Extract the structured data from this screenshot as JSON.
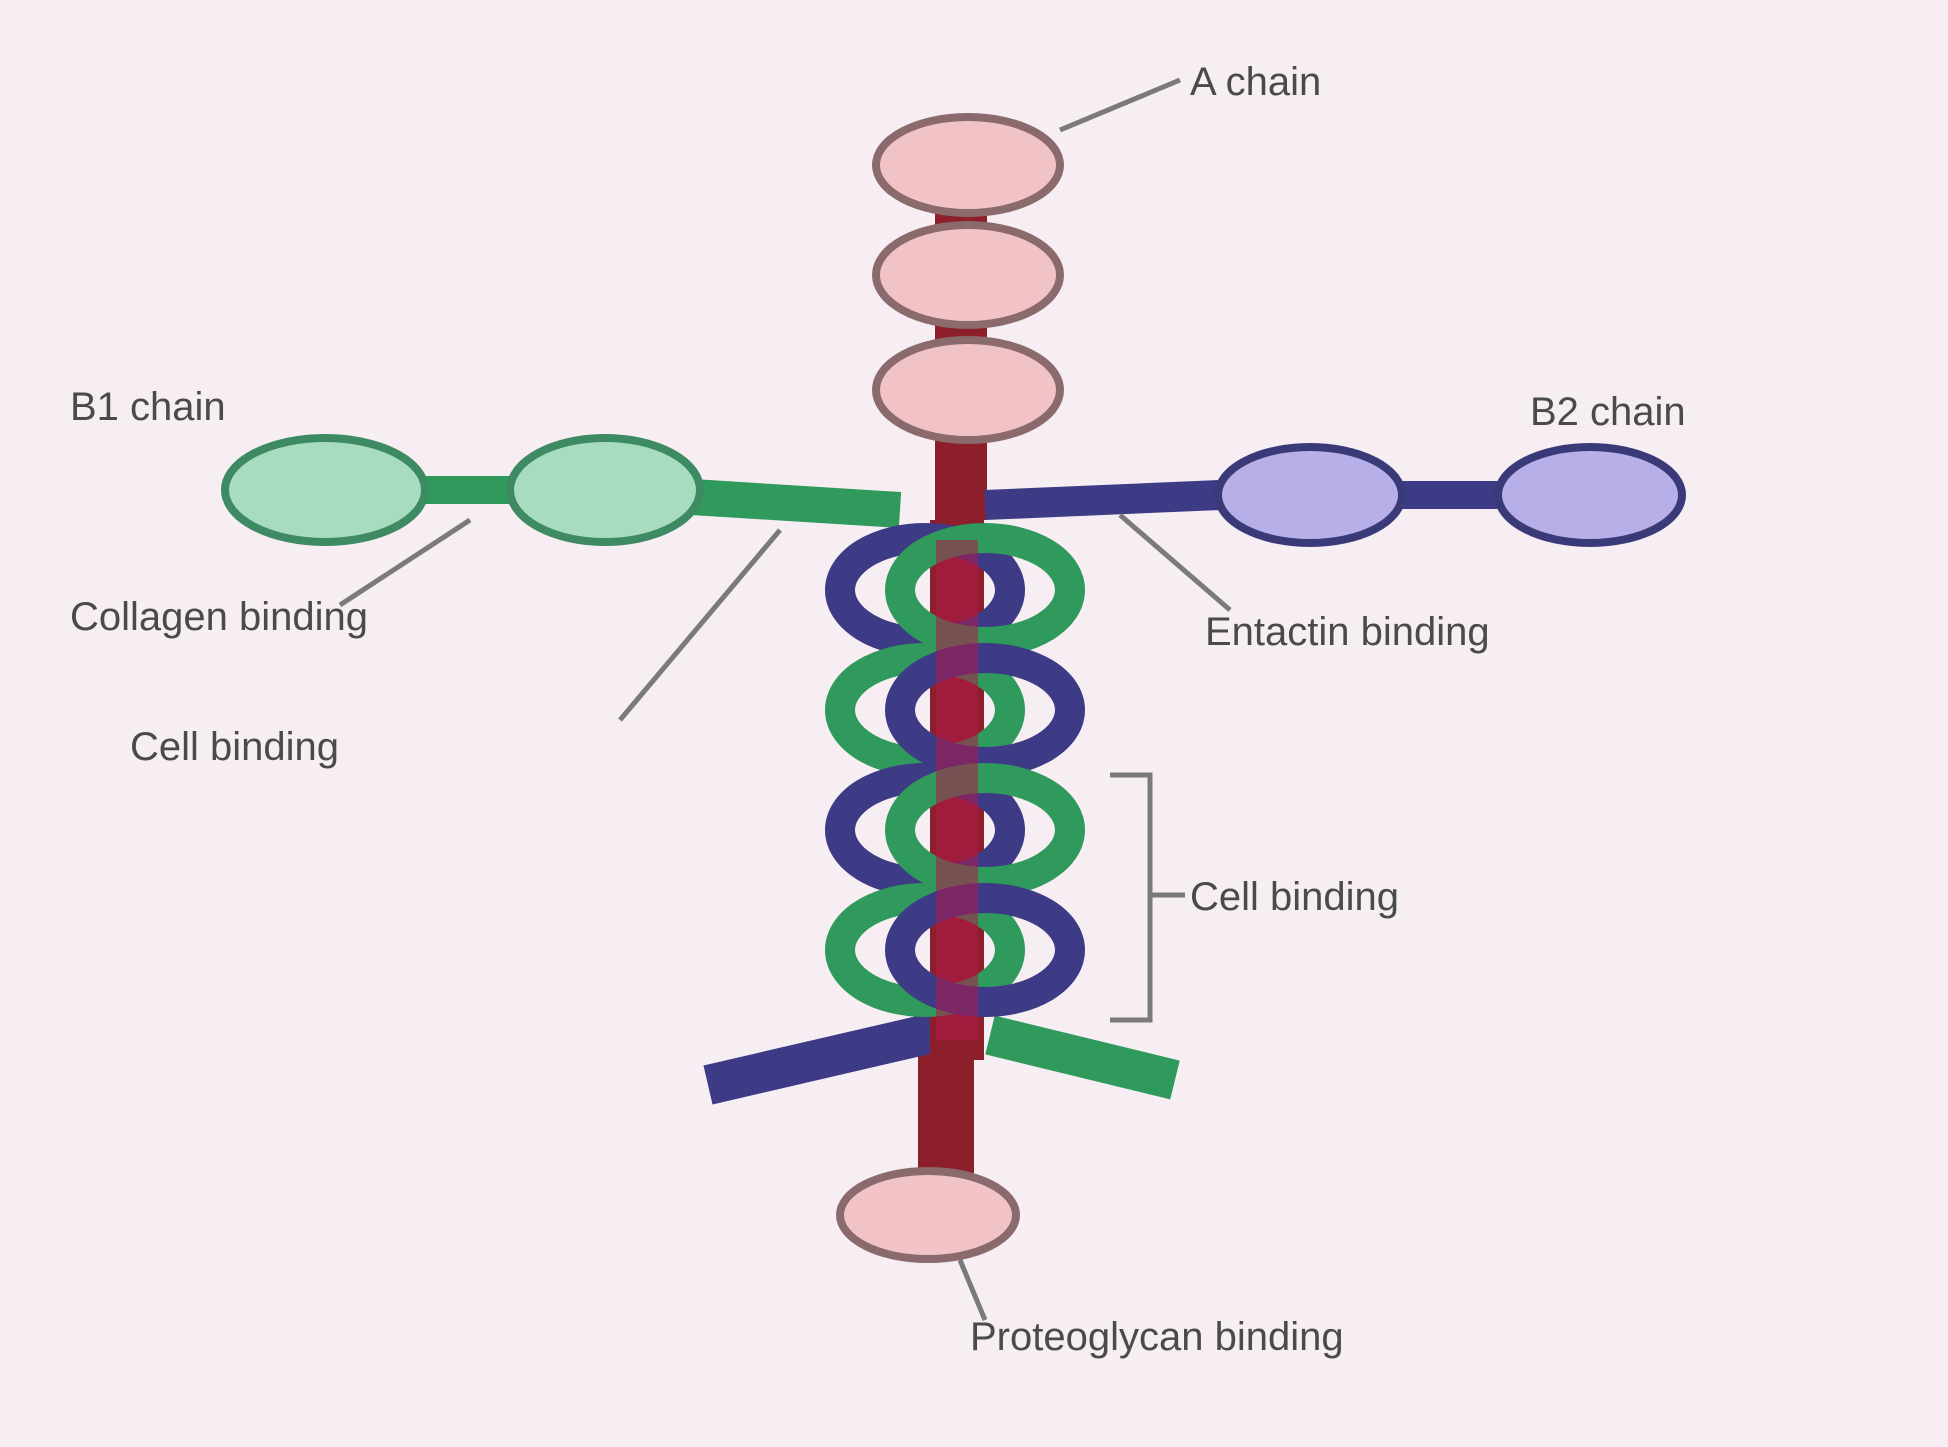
{
  "labels": {
    "alpha_chain": "A chain",
    "b1_chain": "B1 chain",
    "b2_chain": "B2 chain",
    "collagen_binding": "Collagen binding",
    "cell_binding_left": "Cell binding",
    "cell_binding_right": "Cell binding",
    "entactin_binding": "Entactin binding",
    "proteoglycan_binding": "Proteoglycan binding"
  },
  "colors": {
    "background": "#f7eef4",
    "alpha_chain_fill": "#f2c3c6",
    "alpha_chain_stroke": "#8a6a6c",
    "alpha_rod": "#8c1f2a",
    "b1_chain_fill": "#a8dcc0",
    "b1_chain_stroke": "#3e8a63",
    "b1_rod": "#2f9a5c",
    "b2_chain_fill": "#b7b0e8",
    "b2_chain_stroke": "#3b3a78",
    "b2_rod": "#3d3b85",
    "leader_line": "#7a7a7a"
  }
}
